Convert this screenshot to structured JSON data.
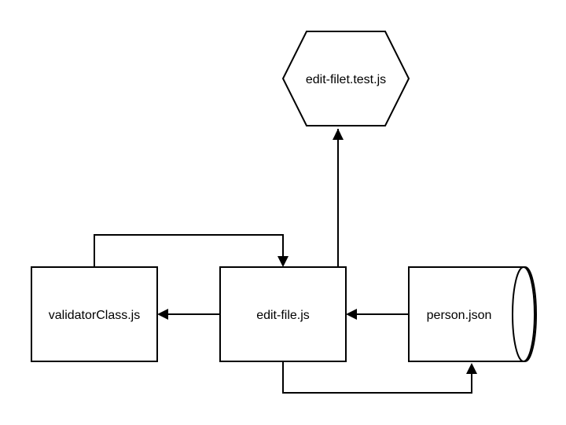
{
  "diagram": {
    "nodes": {
      "test_file": {
        "label": "edit-filet.test.js",
        "shape": "hexagon"
      },
      "validator": {
        "label": "validatorClass.js",
        "shape": "rectangle"
      },
      "edit_file": {
        "label": "edit-file.js",
        "shape": "rectangle"
      },
      "person_json": {
        "label": "person.json",
        "shape": "cylinder"
      }
    },
    "edges": [
      {
        "from": "edit-file.js",
        "to": "edit-filet.test.js"
      },
      {
        "from": "validatorClass.js",
        "to": "edit-file.js"
      },
      {
        "from": "edit-file.js",
        "to": "validatorClass.js"
      },
      {
        "from": "person.json",
        "to": "edit-file.js"
      },
      {
        "from": "edit-file.js",
        "to": "person.json"
      }
    ],
    "colors": {
      "stroke": "#000000",
      "fill": "#ffffff"
    }
  }
}
